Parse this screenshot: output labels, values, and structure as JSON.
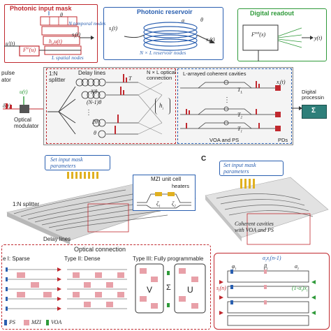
{
  "panel_a": {
    "mask_box_title": "Photonic input mask",
    "mask_theta": "θ",
    "mask_n_temporal": "N temporal nodes",
    "mask_u_t": "u'(t)",
    "mask_hi": "h",
    "mask_hi_ut": "u(t)",
    "mask_si": "s",
    "mask_fin": "F",
    "mask_l_spatial": "L spatial nodes",
    "res_box_title": "Photonic reservoir",
    "res_si": "s",
    "res_alpha": "α",
    "res_theta": "θ",
    "res_xi": "x",
    "res_nodes": "N × L reservoir nodes",
    "digital_box_title": "Digital readout",
    "digital_fout": "F",
    "digital_fout_x": "(x)",
    "digital_y": "y(t)",
    "pulse": "pulse",
    "ator": "ator",
    "delta_t": "δ(t)",
    "ut": "u(t)",
    "optical_modulator": "Optical\nmodulator",
    "splitter_1n": "1:N\nsplitter",
    "delay_lines": "Delay lines",
    "T": "T",
    "N_theta": "Nθ",
    "N1_theta": "(N-1)θ",
    "two_theta": "2θ",
    "theta": "θ",
    "nxl_optical": "N × L optical\nconnection",
    "hi_matrix": "h",
    "l_arrayed": "L-arrayed coherent cavities",
    "TL": "T",
    "T2": "T",
    "T1": "T",
    "voa_ps": "VOA and PS",
    "xi_t": "x",
    "pds": "PDs",
    "digital_processing": "Digital\nprocessin",
    "sigma": "Σ"
  },
  "panel_b": {
    "set_mask": "Set input mask\nparameters",
    "mzi_title": "MZI unit cell",
    "heaters": "heaters",
    "zeta1": "ζ",
    "zeta2": "ζ",
    "splitter": "1:N splitter",
    "delay_lines": "Delay lines"
  },
  "panel_c": {
    "letter": "C",
    "set_mask": "Set input mask\nparameters",
    "coherent": "Coherent cavities\nwith VOA and PS",
    "alpha_xi": "α",
    "alpha_xi_tail": "x",
    "alpha_xi_n": "(n-1)",
    "phi": "φ",
    "beta": "β",
    "alpha_l": "α",
    "si_n": "s",
    "si_n_tail": "(n)",
    "one_minus": "(1-α",
    "one_minus_tail": ")x"
  },
  "panel_conn": {
    "title": "Optical connection",
    "type1": "e I: Sparse",
    "type2": "Type II: Dense",
    "type3": "Type III: Fully programmable",
    "V": "V",
    "Sigma": "Σ",
    "U": "U",
    "legend_ps": "PS",
    "legend_mzi": "MZI",
    "legend_voa": "VOA"
  },
  "colors": {
    "red": "#c0282e",
    "blue": "#2a5fb0",
    "green": "#2f9a3a",
    "mzi_pink": "#e8a0a8",
    "yellow": "#e0b020"
  }
}
